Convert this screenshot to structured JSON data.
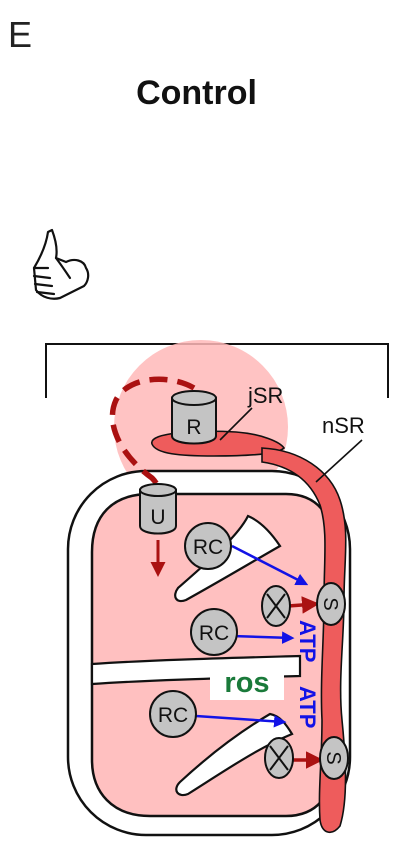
{
  "panel_letter": "E",
  "title": "Control",
  "labels": {
    "ryr": "R",
    "uniporter": "U",
    "jsr": "jSR",
    "nsr": "nSR",
    "rc1": "RC",
    "rc2": "RC",
    "rc3": "RC",
    "serca1": "S",
    "serca2": "S",
    "exchanger1": "X",
    "exchanger2": "X",
    "atp1": "ATP",
    "atp2": "ATP",
    "ros": "ros"
  },
  "icons": {
    "thumb": "thumbs-up-icon"
  },
  "colors": {
    "glow": "#ffb8b8",
    "mito_fill": "#ffc0c0",
    "sr": "#ee5c5c",
    "dark_red": "#aa1111",
    "blue": "#1212e6",
    "ros_green": "#1a7a3a",
    "gray": "#c4c4c4"
  }
}
